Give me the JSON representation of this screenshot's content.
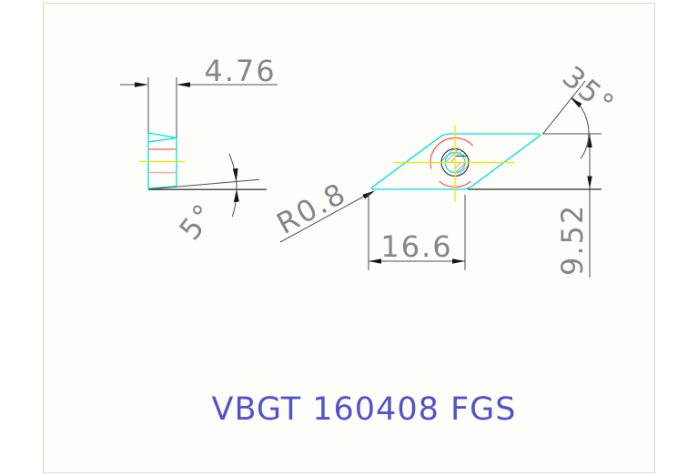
{
  "drawing": {
    "title": "VBGT 160408 FGS",
    "type_label": "turning insert technical drawing"
  },
  "views": {
    "side_view": {
      "label": "insert side profile",
      "dimensions": {
        "thickness": {
          "value": "4.76"
        },
        "clearance_angle": {
          "value": "5°"
        }
      }
    },
    "top_view": {
      "label": "insert top profile",
      "dimensions": {
        "nose_radius": {
          "value": "R0.8"
        },
        "cutting_edge_length": {
          "value": "16.6"
        },
        "inscribed_width": {
          "value": "9.52"
        },
        "nose_angle": {
          "value": "35°"
        }
      }
    }
  },
  "colors": {
    "outline_cyan": "#00e0e0",
    "centerline_yellow": "#f2e400",
    "arc_red": "#ff5050",
    "section_red_1": "#ff7a7a",
    "section_red_2": "#ffa8a8",
    "dim_line": "#4f4f4f",
    "dim_line_heavy": "#3a3a3a",
    "arrow": "#161616",
    "dim_text": "#868686",
    "title_blue": "#5152cc",
    "canvas_border": "#d8d8d8",
    "canvas_fill": "#fdfdfa"
  }
}
